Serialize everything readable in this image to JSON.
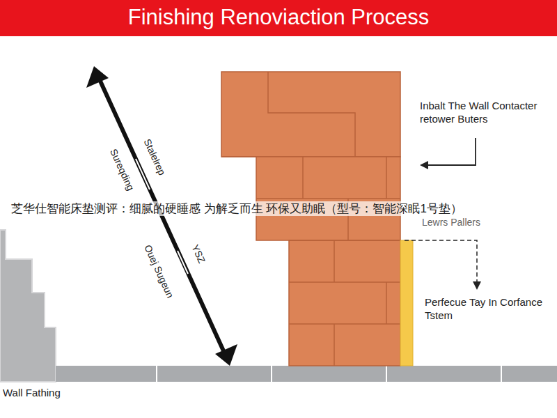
{
  "diagram": {
    "title": "Finishing Renoviaction Process",
    "labels": [
      "Inbalt The Wall Contacter retower Buters",
      "Lewrs Pallers",
      "Perfecue Tay In Corfance Tstem",
      "Wall Fathing",
      "Sureqding",
      "Stalelrep",
      "Ouej Sugeun",
      "YSZ",
      "芝华仕智能床垫测评：细腻的硬睡感 为解乏而生 环保又助眠（型号：智能深眠1号垫）"
    ]
  }
}
